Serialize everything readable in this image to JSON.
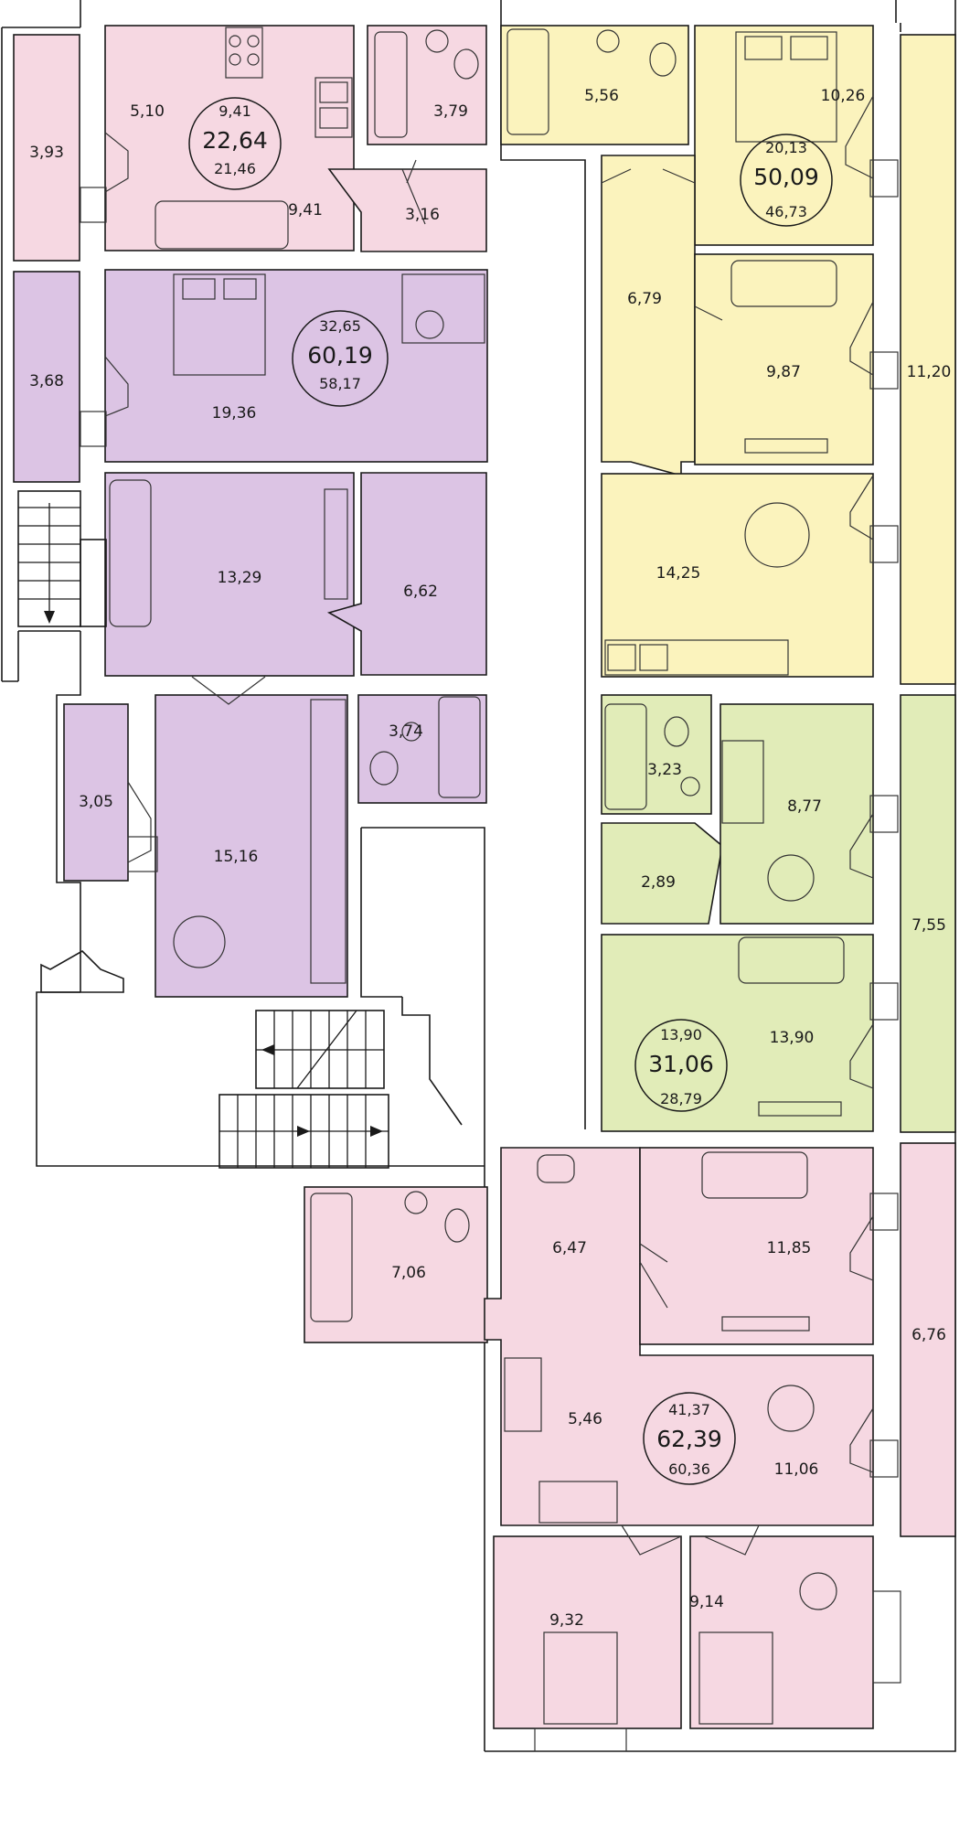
{
  "colors": {
    "pink": "#f6d8e2",
    "purple": "#dcc4e4",
    "yellow": "#fbf3bd",
    "green": "#e1ecb8"
  },
  "apartments": [
    {
      "id": "apt1",
      "color": "pink",
      "living": "9,41",
      "total": "22,64",
      "area": "21,46"
    },
    {
      "id": "apt2",
      "color": "purple",
      "living": "32,65",
      "total": "60,19",
      "area": "58,17"
    },
    {
      "id": "apt3",
      "color": "yellow",
      "living": "20,13",
      "total": "50,09",
      "area": "46,73"
    },
    {
      "id": "apt4",
      "color": "green",
      "living": "13,90",
      "total": "31,06",
      "area": "28,79"
    },
    {
      "id": "apt5",
      "color": "pink",
      "living": "41,37",
      "total": "62,39",
      "area": "60,36"
    }
  ],
  "rooms": {
    "r_393": "3,93",
    "r_510": "5,10",
    "r_941": "9,41",
    "r_379": "3,79",
    "r_316": "3,16",
    "r_368": "3,68",
    "r_1936": "19,36",
    "r_1329": "13,29",
    "r_662": "6,62",
    "r_305": "3,05",
    "r_1516": "15,16",
    "r_374": "3,74",
    "r_556": "5,56",
    "r_1026": "10,26",
    "r_679": "6,79",
    "r_987": "9,87",
    "r_1120": "11,20",
    "r_1425": "14,25",
    "r_323": "3,23",
    "r_877": "8,77",
    "r_289": "2,89",
    "r_755": "7,55",
    "r_1390": "13,90",
    "r_706": "7,06",
    "r_647": "6,47",
    "r_1185": "11,85",
    "r_676": "6,76",
    "r_546": "5,46",
    "r_1106": "11,06",
    "r_932": "9,32",
    "r_914": "9,14"
  }
}
